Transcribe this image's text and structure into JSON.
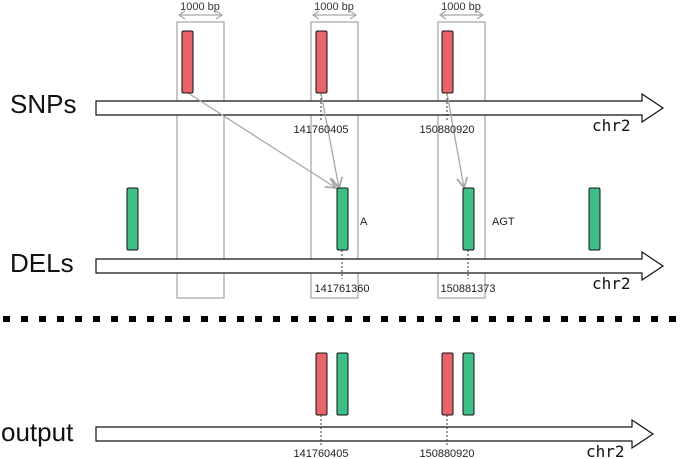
{
  "tracks": {
    "snps_label": "SNPs",
    "dels_label": "DELs",
    "output_label": "output",
    "chrom": "chr2"
  },
  "windows": {
    "width_label": "1000 bp"
  },
  "snps": {
    "pos_1": "141760405",
    "pos_2": "150880920"
  },
  "dels": {
    "pos_1": "141761360",
    "pos_2": "150881373",
    "allele_1": "A",
    "allele_2": "AGT"
  },
  "output": {
    "pos_1": "141760405",
    "pos_2": "150880920"
  },
  "colors": {
    "snp": "#e8646a",
    "del": "#3fbf87",
    "window": "#b5b5b5",
    "link": "#a8a8a8"
  }
}
